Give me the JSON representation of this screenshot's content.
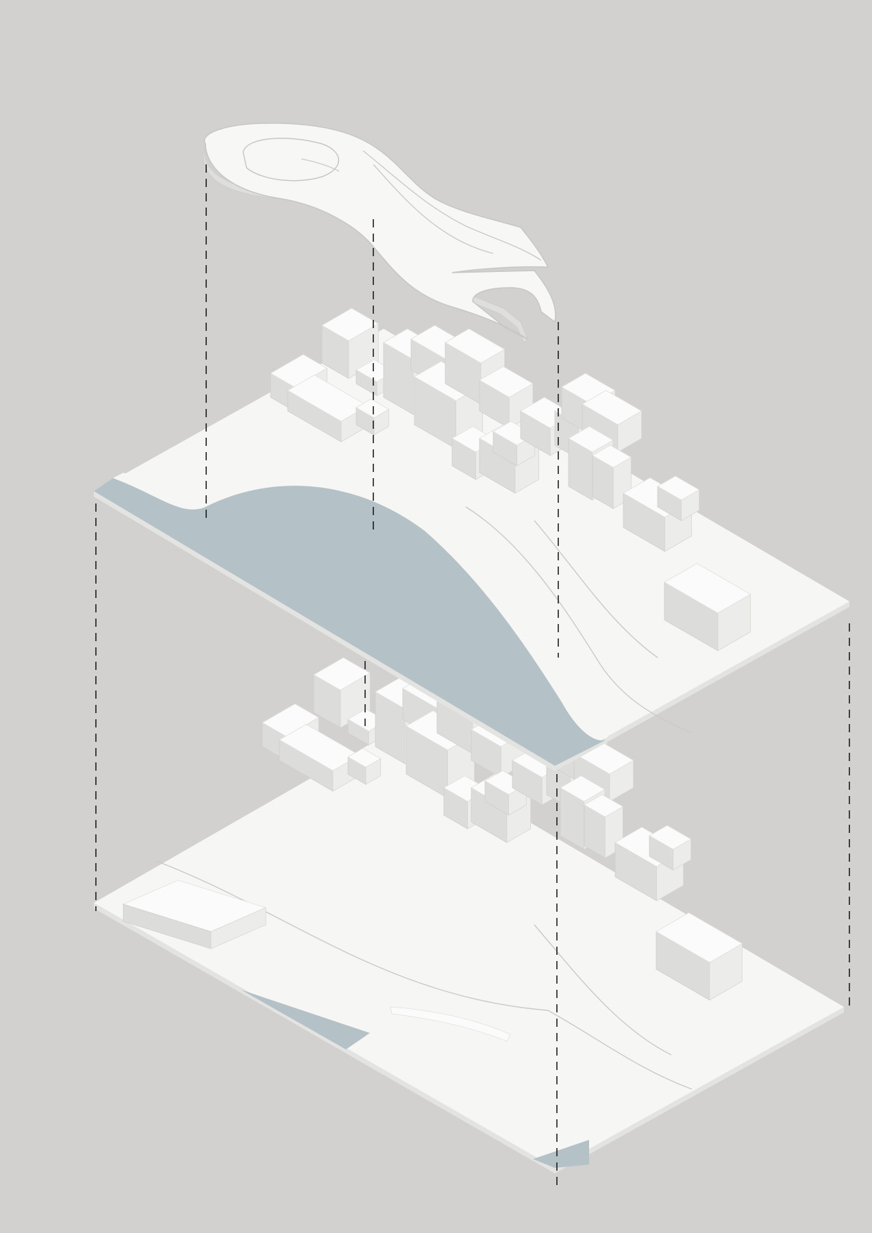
{
  "colors": {
    "background": "#d2d1cf",
    "slab": "#f6f6f5",
    "water": "#b4c2c8",
    "guide_lines": "#1a1a1a"
  },
  "layers": [
    {
      "id": "canopy-layer",
      "type": "curved-roof-structure"
    },
    {
      "id": "proposed-site-layer",
      "type": "site-model-with-river"
    },
    {
      "id": "existing-site-layer",
      "type": "site-model-existing"
    }
  ]
}
